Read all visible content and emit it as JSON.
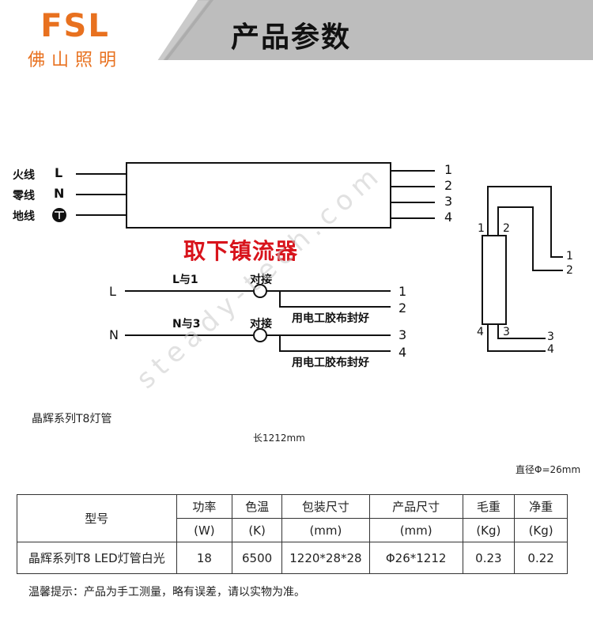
{
  "header": {
    "logo_main": "FSL",
    "logo_sub": "佛山照明",
    "title": "产品参数",
    "colors": {
      "brand": "#e8711f",
      "band": "#bdbdbd"
    }
  },
  "wiring": {
    "live_label": "火线",
    "live_letter": "L",
    "neutral_label": "零线",
    "neutral_letter": "N",
    "ground_label": "地线",
    "ground_icon": "ground-icon",
    "output_terminals": [
      "1",
      "2",
      "3",
      "4"
    ],
    "remove_ballast_text": "取下镇流器",
    "line_l": "L",
    "line_n": "N",
    "l_join": "L与1",
    "n_join": "N与3",
    "connect_label": "对接",
    "tape_note": "用电工胶布封好",
    "tube_pins_top": [
      "1",
      "2"
    ],
    "tube_pins_bottom": [
      "4",
      "3"
    ],
    "tube_leads": [
      "1",
      "2",
      "3",
      "4"
    ]
  },
  "tube": {
    "title": "晶辉系列T8灯管",
    "length_label": "长1212mm",
    "diameter_label": "直径Φ=26mm"
  },
  "watermark": "steady-tech.com",
  "spec_table": {
    "headers": [
      "型号",
      "功率",
      "色温",
      "包装尺寸",
      "产品尺寸",
      "毛重",
      "净重"
    ],
    "units": [
      "(W)",
      "(K)",
      "(mm)",
      "(mm)",
      "(Kg)",
      "(Kg)"
    ],
    "row": [
      "晶辉系列T8 LED灯管白光",
      "18",
      "6500",
      "1220*28*28",
      "Φ26*1212",
      "0.23",
      "0.22"
    ]
  },
  "note": "温馨提示：产品为手工测量，略有误差，请以实物为准。"
}
